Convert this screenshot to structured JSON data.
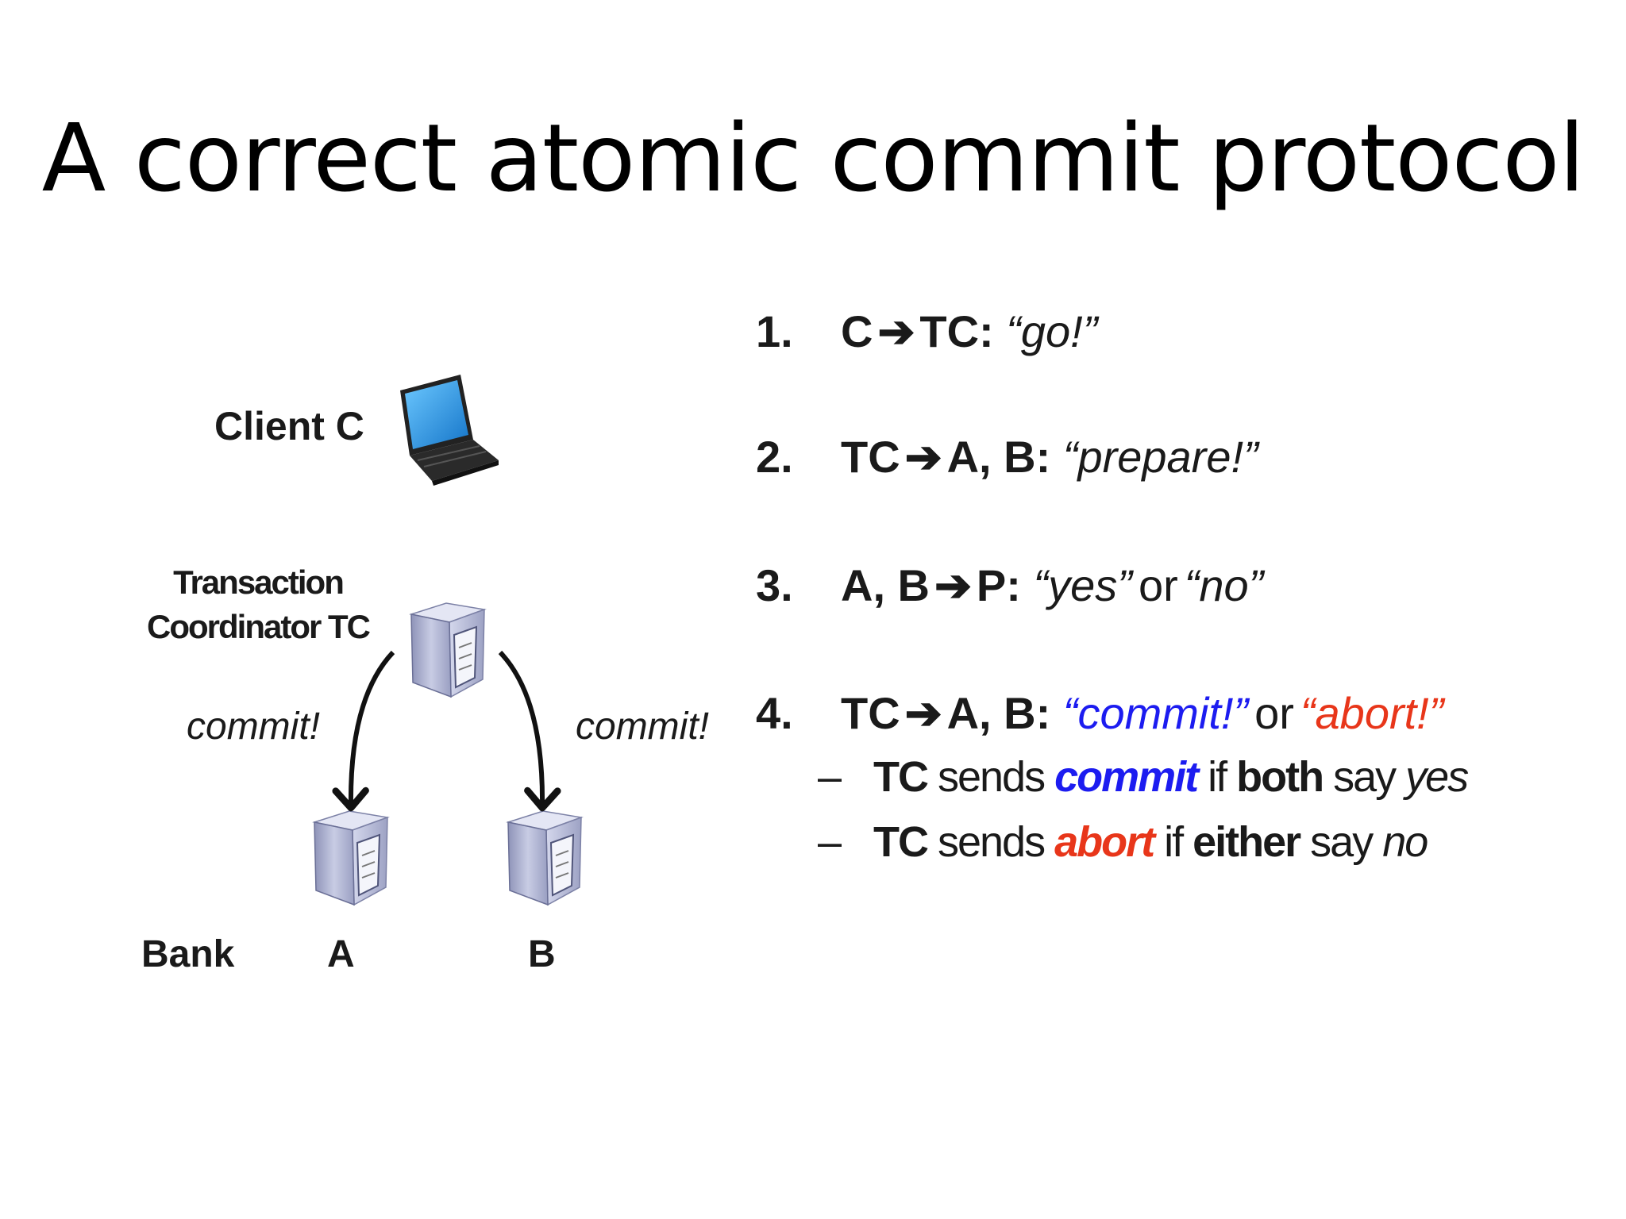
{
  "title": "A correct atomic commit protocol",
  "diagram": {
    "client_label": "Client C",
    "coordinator_label_line1": "Transaction",
    "coordinator_label_line2": "Coordinator TC",
    "edge_left_label": "commit!",
    "edge_right_label": "commit!",
    "bank_label": "Bank",
    "bank_a": "A",
    "bank_b": "B"
  },
  "steps": [
    {
      "num": "1.",
      "from": "C",
      "to": "TC:",
      "msg1": "“go!”"
    },
    {
      "num": "2.",
      "from": "TC",
      "to": "A, B:",
      "msg1": "“prepare!”"
    },
    {
      "num": "3.",
      "from": "A, B",
      "to": "P:",
      "msg1": "“yes”",
      "or": "or",
      "msg2": "“no”"
    },
    {
      "num": "4.",
      "from": "TC",
      "to": "A, B:",
      "msg1": "“commit!”",
      "or": "or",
      "msg2": "“abort!”"
    }
  ],
  "arrow_glyph": "➔",
  "subpoints": [
    {
      "dash": "–",
      "actor": "TC",
      "verb": " sends ",
      "action": "commit",
      "cond": " if ",
      "quant": "both",
      "say": " say ",
      "vote": "yes"
    },
    {
      "dash": "–",
      "actor": "TC",
      "verb": " sends ",
      "action": "abort",
      "cond": " if ",
      "quant": "either",
      "say": " say ",
      "vote": "no"
    }
  ],
  "colors": {
    "commit": "#1c1cf0",
    "abort": "#e8361a",
    "server_body": "#b8bdd8",
    "laptop_screen": "#2c9ee6"
  }
}
